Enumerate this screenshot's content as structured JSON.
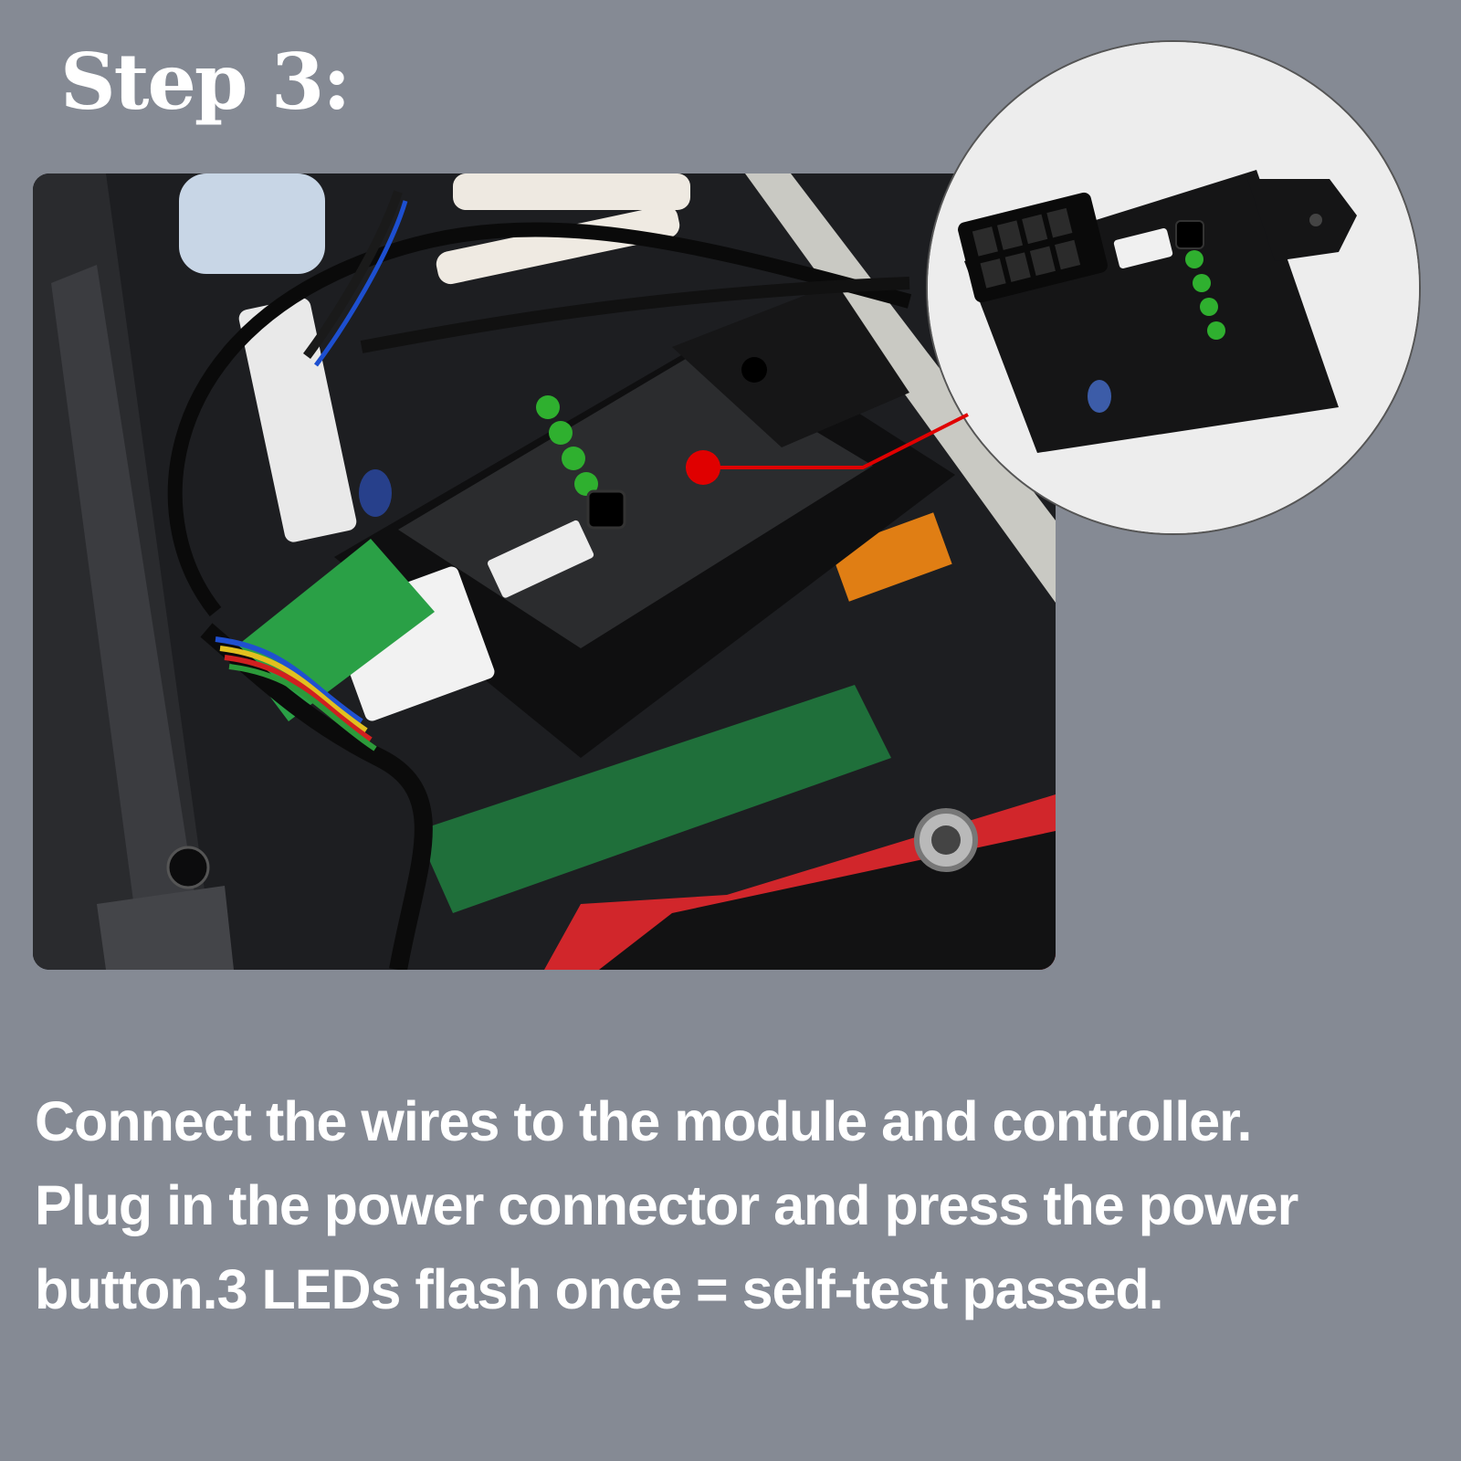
{
  "heading": {
    "title": "Step 3:"
  },
  "instructions": {
    "lines": [
      "Connect the wires to the module and controller.",
      "Plug in the power connector and press the power",
      "button.3 LEDs flash once = self-test passed."
    ]
  },
  "photos": {
    "main_photo": "controller module installed inside scooter deck with wires connected",
    "zoom_photo": "close-up of controller module with green LEDs and power button"
  },
  "colors": {
    "background": "#858a94",
    "text": "#ffffff",
    "callout": "#e00000",
    "led": "#2fb02f"
  }
}
